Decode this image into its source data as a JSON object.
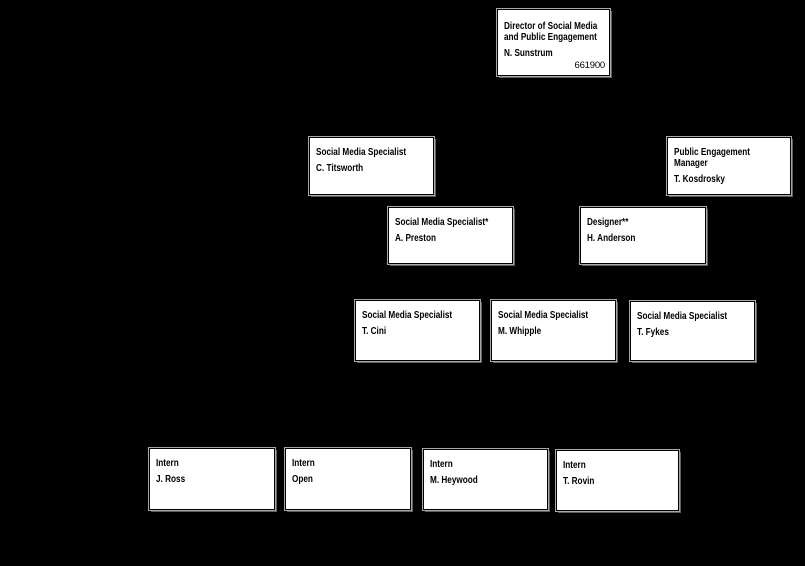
{
  "colors": {
    "background": "#000000",
    "node_fill": "#ffffff",
    "node_border": "#000000",
    "node_shadow": "#5f5f5f",
    "text": "#000000"
  },
  "nodes": [
    {
      "title": "Director of Social Media\nand Public Engagement",
      "name": "N. Sunstrum",
      "code": "661900"
    },
    {
      "title": "Social Media Specialist",
      "name": "C. Titsworth"
    },
    {
      "title": "Public Engagement Manager",
      "name": "T. Kosdrosky"
    },
    {
      "title": "Social Media Specialist*",
      "name": "A. Preston"
    },
    {
      "title": "Designer**",
      "name": "H. Anderson"
    },
    {
      "title": "Social Media Specialist",
      "name": "T. Cini"
    },
    {
      "title": "Social Media Specialist",
      "name": "M. Whipple"
    },
    {
      "title": "Social Media Specialist",
      "name": "T. Fykes"
    },
    {
      "title": "Intern",
      "name": "J. Ross"
    },
    {
      "title": "Intern",
      "name": "Open"
    },
    {
      "title": "Intern",
      "name": "M. Heywood"
    },
    {
      "title": "Intern",
      "name": "T. Rovin"
    }
  ]
}
